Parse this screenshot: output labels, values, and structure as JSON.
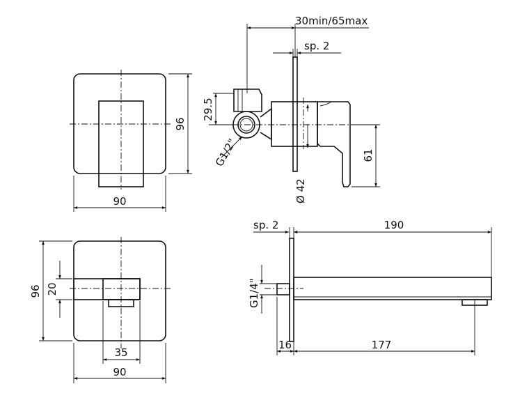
{
  "drawing": {
    "dims": {
      "pipe_depth": "30min/65max",
      "plate_thickness_top": "sp. 2",
      "plate_height_front": "96",
      "plate_width_front": "90",
      "inlet_offset": "29.5",
      "inlet_thread": "G1/2\"",
      "body_diameter": "Ø 42",
      "lever_height": "61",
      "plate_thickness_spout": "sp. 2",
      "spout_length": "190",
      "spout_thread": "G1/4\"",
      "spout_body_depth": "16",
      "spout_outlet_reach": "177",
      "plate_height_spout_front": "96",
      "spout_height": "20",
      "outlet_width": "35",
      "plate_width_spout_front": "90"
    }
  }
}
